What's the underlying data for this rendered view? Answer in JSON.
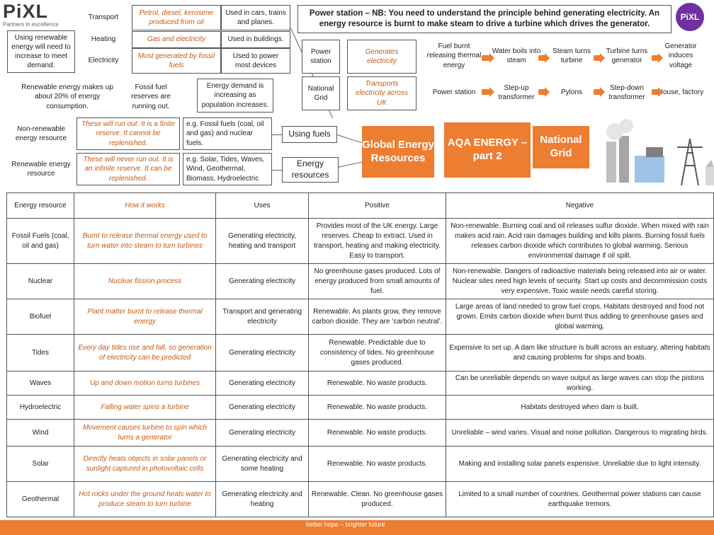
{
  "logo": {
    "name": "PiXL",
    "tagline": "Partners in excellence"
  },
  "logo_right": {
    "name": "PiXL"
  },
  "top_rows": [
    {
      "name": "Transport",
      "fuel": "Petrol, diesel, kerosene produced from oil",
      "use": "Used in cars, trains and planes."
    },
    {
      "name": "Heating",
      "fuel": "Gas and electricity",
      "use": "Used in buildings."
    },
    {
      "name": "Electricity",
      "fuel": "Most generated by fossil fuels",
      "use": "Used to power most devices"
    }
  ],
  "left_note": "Using renewable energy will need to increase to meet demand.",
  "renewable_share": "Renewable energy makes up about 20% of energy consumption.",
  "fossil_running_out": "Fossil fuel reserves are running out.",
  "demand_note": "Energy demand is increasing as population increases.",
  "resource_types": [
    {
      "label": "Non-renewable energy resource",
      "desc": "These will run out.  It is a finite reserve.  It cannot be replenished.",
      "eg": "e.g. Fossil fuels (coal, oil and gas) and nuclear fuels."
    },
    {
      "label": "Renewable energy resource",
      "desc": "These will never run out.  It is an infinite reserve.  It can be replenished.",
      "eg": "e.g. Solar, Tides, Waves, Wind, Geothermal, Biomass,  Hydroelectric"
    }
  ],
  "using_fuels": "Using fuels",
  "energy_resources": "Energy resources",
  "global_title": "Global Energy Resources",
  "aqa_title": "AQA ENERGY – part 2",
  "grid_title": "National Grid",
  "power_station": {
    "title": "Power station – NB: You need to understand the principle behind generating electricity.  An energy resource is burnt to make steam to drive a turbine which drives the generator.",
    "row1_label": "Power station",
    "row1_desc": "Generates electricity",
    "row2_label": "National Grid",
    "row2_desc": "Transports electricity across UK",
    "steps1": [
      "Fuel burnt releasing thermal energy",
      "Water boils into steam",
      "Steam turns turbine",
      "Turbine turns generator",
      "Generator induces voltage"
    ],
    "steps2": [
      "Power station",
      "Step-up transformer",
      "Pylons",
      "Step-down transformer",
      "House, factory"
    ]
  },
  "table": {
    "headers": [
      "Energy resource",
      "How it works",
      "Uses",
      "Positive",
      "Negative"
    ],
    "rows": [
      [
        "Fossil Fuels (coal, oil and gas)",
        "Burnt to release thermal energy used to turn water into steam to turn turbines",
        "Generating electricity, heating and transport",
        "Provides most of the UK energy. Large reserves. Cheap to extract. Used in transport, heating and making electricity. Easy to transport.",
        "Non-renewable. Burning coal and oil releases sulfur dioxide. When mixed with rain makes acid rain.  Acid rain damages building and kills plants. Burning fossil fuels releases carbon dioxide which contributes to global warming. Serious  environmental damage if oil spilt."
      ],
      [
        "Nuclear",
        "Nuclear fission process",
        "Generating electricity",
        "No  greenhouse gases produced. Lots of energy produced from small amounts of fuel.",
        "Non-renewable. Dangers of radioactive materials being released into air or water. Nuclear sites need high levels of security. Start up costs and decommission costs very expensive. Toxic waste needs careful storing."
      ],
      [
        "Biofuel",
        "Plant matter burnt to release thermal energy",
        "Transport and generating electricity",
        "Renewable.  As plants grow, they remove carbon dioxide.  They are ‘carbon neutral’.",
        "Large areas of land needed to grow fuel crops. Habitats destroyed and food not grown. Emits carbon dioxide when burnt  thus adding to greenhouse gases and global warming."
      ],
      [
        "Tides",
        "Every day tides rise and fall, so generation of electricity can be predicted",
        "Generating electricity",
        "Renewable. Predictable due to consistency of tides.  No greenhouse gases produced.",
        "Expensive to set up. A dam like structure is built across an estuary, altering habitats and causing problems for ships and boats."
      ],
      [
        "Waves",
        "Up and down motion turns turbines",
        "Generating electricity",
        "Renewable.  No waste products.",
        "Can be unreliable depends on wave output as large waves can stop the pistons working."
      ],
      [
        "Hydroelectric",
        "Falling water spins a turbine",
        "Generating electricity",
        "Renewable.  No waste products.",
        "Habitats destroyed when dam is built."
      ],
      [
        "Wind",
        "Movement causes turbine to spin which turns a generator",
        "Generating electricity",
        "Renewable.  No waste products.",
        "Unreliable – wind varies. Visual and noise pollution.  Dangerous to migrating birds."
      ],
      [
        "Solar",
        "Directly heats objects in solar panels or sunlight captured in photovoltaic cells",
        "Generating electricity and some heating",
        "Renewable.  No waste products.",
        "Making and installing solar panels expensive. Unreliable due to light intensity."
      ],
      [
        "Geothermal",
        "Hot rocks under the ground heats water to produce steam to turn turbine",
        "Generating electricity and heating",
        "Renewable. Clean.  No greenhouse gases produced.",
        "Limited to a small number of countries.  Geothermal power stations can cause earthquake tremors."
      ]
    ]
  },
  "footer": "better hope – brighter future"
}
